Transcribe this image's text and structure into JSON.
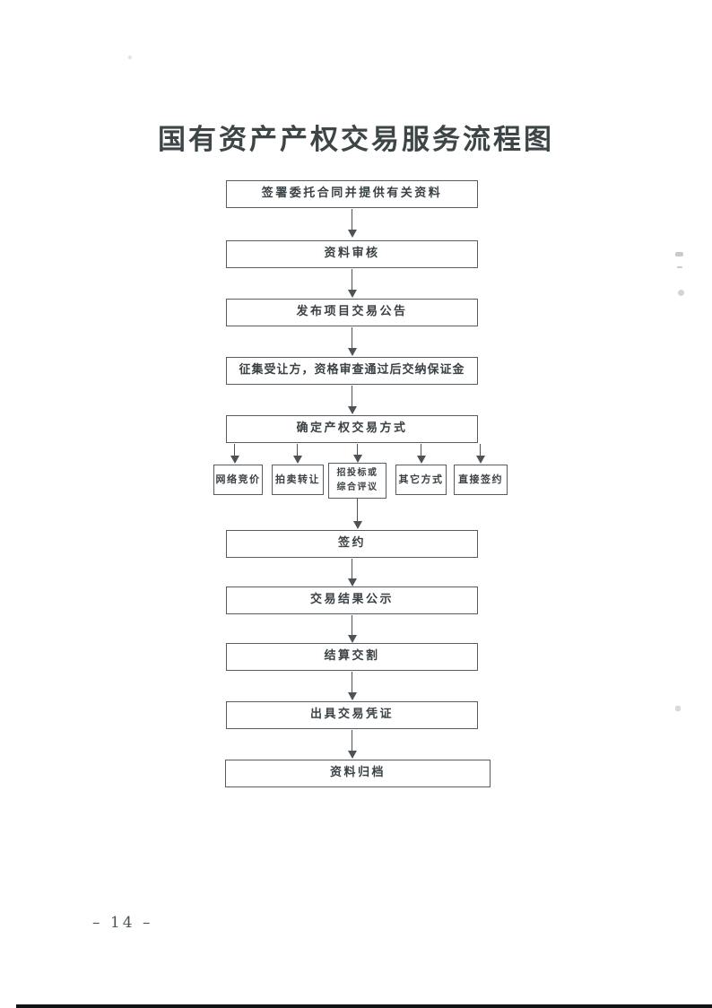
{
  "title": "国有资产产权交易服务流程图",
  "flowchart": {
    "steps": [
      "签署委托合同并提供有关资料",
      "资料审核",
      "发布项目交易公告",
      "征集受让方，资格审查通过后交纳保证金",
      "确定产权交易方式"
    ],
    "methods": [
      "网络竞价",
      "拍卖转让",
      "招投标或综合评议",
      "其它方式",
      "直接签约"
    ],
    "post_steps": [
      "签约",
      "交易结果公示",
      "结算交割",
      "出具交易凭证",
      "资料归档"
    ]
  },
  "footer": {
    "page_number": "– 14 –"
  }
}
